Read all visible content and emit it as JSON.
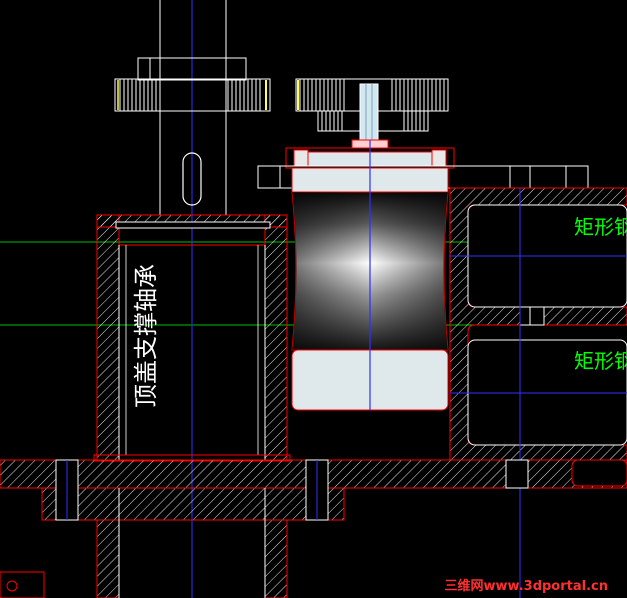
{
  "drawing": {
    "labels": {
      "shaft_support_note": "顶盖支撑轴承",
      "rect_steel_upper": "矩形钢",
      "rect_steel_lower": "矩形钢",
      "watermark": "三维网www.3dportal.cn"
    },
    "colors": {
      "background": "#000000",
      "outline_red": "#ff0000",
      "hatch": "#ffffff",
      "center_line_blue": "#3030ff",
      "guide_line_green": "#00c000",
      "label_green": "#00ff00",
      "label_white": "#ffffff",
      "gear_yellow": "#ffff60",
      "watermark_red": "#ff3030"
    }
  }
}
